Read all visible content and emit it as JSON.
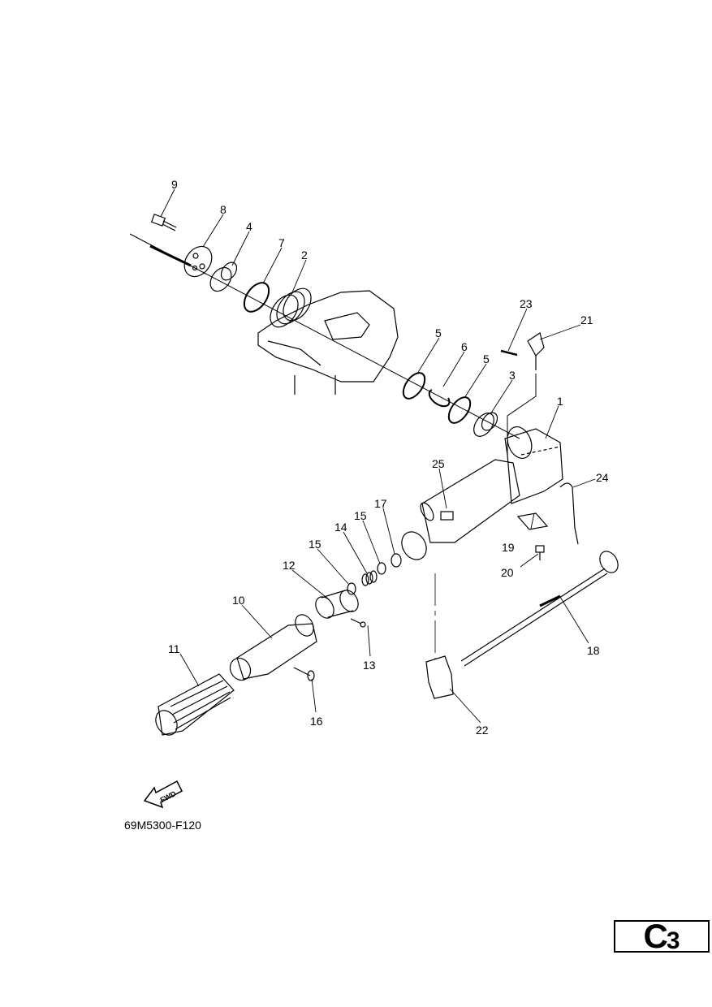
{
  "figure_id": "69M5300-F120",
  "section": {
    "letter": "C",
    "number": "3"
  },
  "fwd_label": "FWD",
  "callouts": [
    "1",
    "2",
    "3",
    "4",
    "5",
    "5",
    "6",
    "7",
    "8",
    "9",
    "10",
    "11",
    "12",
    "13",
    "14",
    "15",
    "15",
    "16",
    "17",
    "18",
    "19",
    "20",
    "21",
    "22",
    "23",
    "24",
    "25"
  ]
}
